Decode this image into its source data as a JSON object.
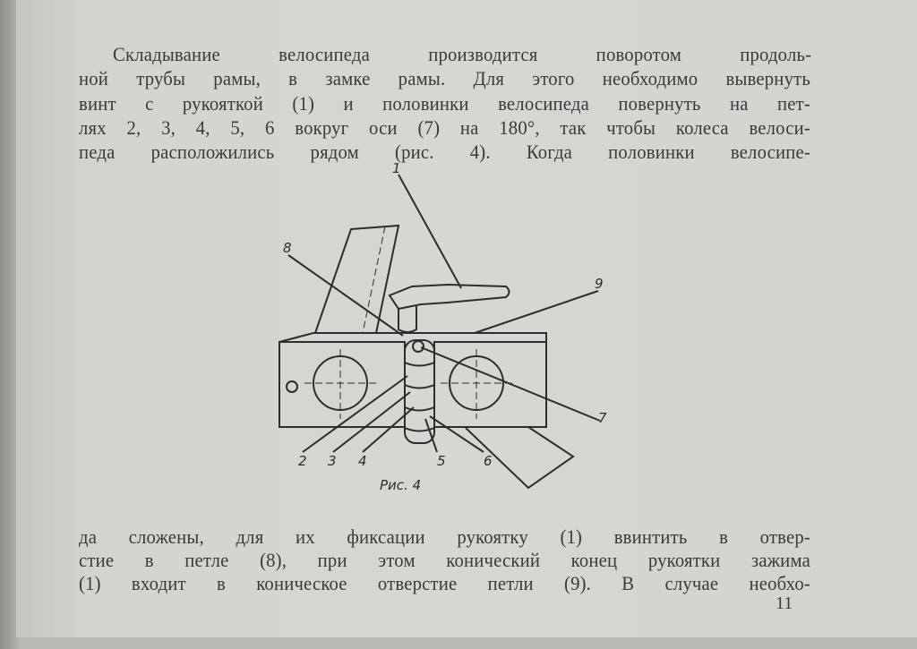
{
  "paragraph_top": [
    "Складывание велосипеда производится поворотом продоль-",
    "ной трубы рамы, в замке рамы. Для этого необходимо вывернуть",
    "винт с рукояткой (1) и половинки велосипеда повернуть на пет-",
    "лях 2, 3, 4, 5, 6 вокруг оси (7) на 180°, так чтобы колеса велоси-",
    "педа расположились рядом (рис. 4). Когда половинки велосипе-"
  ],
  "figure": {
    "caption": "Рис. 4",
    "labels": [
      "1",
      "2",
      "3",
      "4",
      "5",
      "6",
      "7",
      "8",
      "9"
    ]
  },
  "paragraph_bottom": [
    "да сложены, для их фиксации рукоятку (1) ввинтить в отвер-",
    "стие в петле (8), при этом конический конец рукоятки зажима",
    "(1) входит в коническое отверстие петли (9). В случае необхо-"
  ],
  "page_number": "11"
}
